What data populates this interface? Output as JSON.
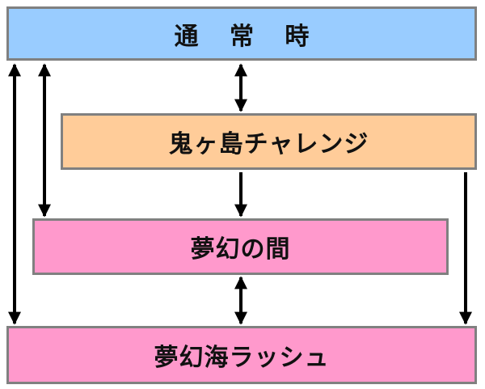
{
  "diagram": {
    "states": {
      "normal": {
        "label": "通 常 時",
        "color": "#99ccff"
      },
      "onigashima": {
        "label": "鬼ヶ島チャレンジ",
        "color": "#ffcc99"
      },
      "mugen_no_ma": {
        "label": "夢幻の間",
        "color": "#ff99cc"
      },
      "mugen_rush": {
        "label": "夢幻海ラッシュ",
        "color": "#ff99cc"
      }
    },
    "edges": [
      {
        "from": "normal",
        "to": "onigashima",
        "direction": "both"
      },
      {
        "from": "onigashima",
        "to": "mugen_no_ma",
        "direction": "forward"
      },
      {
        "from": "mugen_no_ma",
        "to": "mugen_rush",
        "direction": "both"
      },
      {
        "from": "normal",
        "to": "mugen_no_ma",
        "direction": "both"
      },
      {
        "from": "normal",
        "to": "mugen_rush",
        "direction": "both"
      },
      {
        "from": "onigashima",
        "to": "mugen_rush",
        "direction": "forward"
      }
    ],
    "arrow_color": "#000000"
  }
}
